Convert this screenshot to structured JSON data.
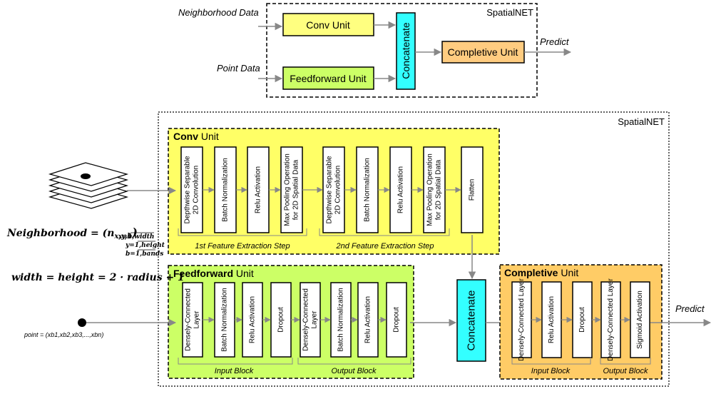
{
  "top": {
    "frame_title": "SpatialNET",
    "neighborhood_data": "Neighborhood Data",
    "point_data": "Point Data",
    "conv_unit": "Conv Unit",
    "feedforward_unit": "Feedforward Unit",
    "concatenate": "Concatenate",
    "completive_unit": "Completive Unit",
    "predict": "Predict"
  },
  "bottom": {
    "frame_title": "SpatialNET",
    "conv_title_bold": "Conv",
    "conv_title_rest": " Unit",
    "conv_layers": [
      [
        "Depthwise Separable",
        "2D Convolution"
      ],
      [
        "Batch Normalization"
      ],
      [
        "Relu Activation"
      ],
      [
        "Max Pooling Operation",
        "for 2D Spatial Data"
      ],
      [
        "Depthwise Separable",
        "2D Convolution"
      ],
      [
        "Batch Normalization"
      ],
      [
        "Relu Activation"
      ],
      [
        "Max Pooling Operation",
        "for 2D Spatial Data"
      ],
      [
        "Flatten"
      ]
    ],
    "conv_step1": "1st Feature Extraction Step",
    "conv_step2": "2nd Feature Extraction Step",
    "ff_title_bold": "Feedforward",
    "ff_title_rest": " Unit",
    "ff_layers": [
      [
        "Densely-Connected",
        "Layer"
      ],
      [
        "Batch Normalization"
      ],
      [
        "Relu Activation"
      ],
      [
        "Dropout"
      ],
      [
        "Densely-Connected",
        "Layer"
      ],
      [
        "Batch Normalization"
      ],
      [
        "Relu Activation"
      ],
      [
        "Dropout"
      ]
    ],
    "ff_input_block": "Input Block",
    "ff_output_block": "Output Block",
    "concatenate": "Concatenate",
    "comp_title_bold": "Completive",
    "comp_title_rest": " Unit",
    "comp_layers": [
      [
        "Densely-Connected  Layer"
      ],
      [
        "Relu Activation"
      ],
      [
        "Dropout"
      ],
      [
        "Densely-Connected  Layer"
      ],
      [
        "Sigmoid Activation"
      ]
    ],
    "comp_input_block": "Input Block",
    "comp_output_block": "Output Block",
    "predict": "Predict",
    "point_label": "point = (xb1,xb2,xb3,...,xbn)",
    "neighborhood_eq": "Neighborhood = (n",
    "neighborhood_sub": "x,y,b",
    "neighborhood_close": ")",
    "range_x": "x=1,width",
    "range_y": "y=1,height",
    "range_b": "b=1,bands",
    "width_eq": "width = height = 2 · radius + 1"
  },
  "colors": {
    "yellow_light": "#ffff80",
    "yellow_panel": "#ffff66",
    "green_light": "#ccff66",
    "green_panel": "#ccff66",
    "cyan": "#33ffff",
    "orange": "#ffcc80",
    "orange_panel": "#ffcc66"
  }
}
